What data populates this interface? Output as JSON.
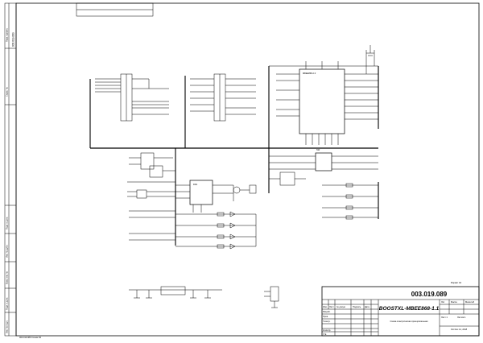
{
  "document": {
    "number": "003.019.089",
    "number_rotated": "003.019.089",
    "title": "BOOSTXL-MBEE868-1.1",
    "subtitle": "Схема электрическая принципиальная",
    "date": "Oct Dec 14, 2018",
    "sheet_label": "Лист 1",
    "sheets_label": "Листов 1",
    "footer_left": "003.019.089 Схема Э3",
    "footer_right": "Формат А3"
  },
  "title_block": {
    "col_headers": [
      "Изм.",
      "Лист",
      "№ докум.",
      "Подпись",
      "Дата"
    ],
    "role_rows": [
      "Разраб.",
      "Пров.",
      "Т.контр.",
      "",
      "Н.контр.",
      "Утв."
    ],
    "right_headers": [
      "Лит.",
      "Масса",
      "Масштаб"
    ]
  },
  "left_strip": {
    "labels": [
      "Перв. примен.",
      "Справ. №",
      "Подп. и дата",
      "Инв. № дубл.",
      "Взам. инв. №",
      "Подп. и дата",
      "Инв. № подл."
    ]
  },
  "labels": {
    "ic_center": "MBEE868-2.0",
    "ic_small": "DD1",
    "sw_block": "SW"
  }
}
